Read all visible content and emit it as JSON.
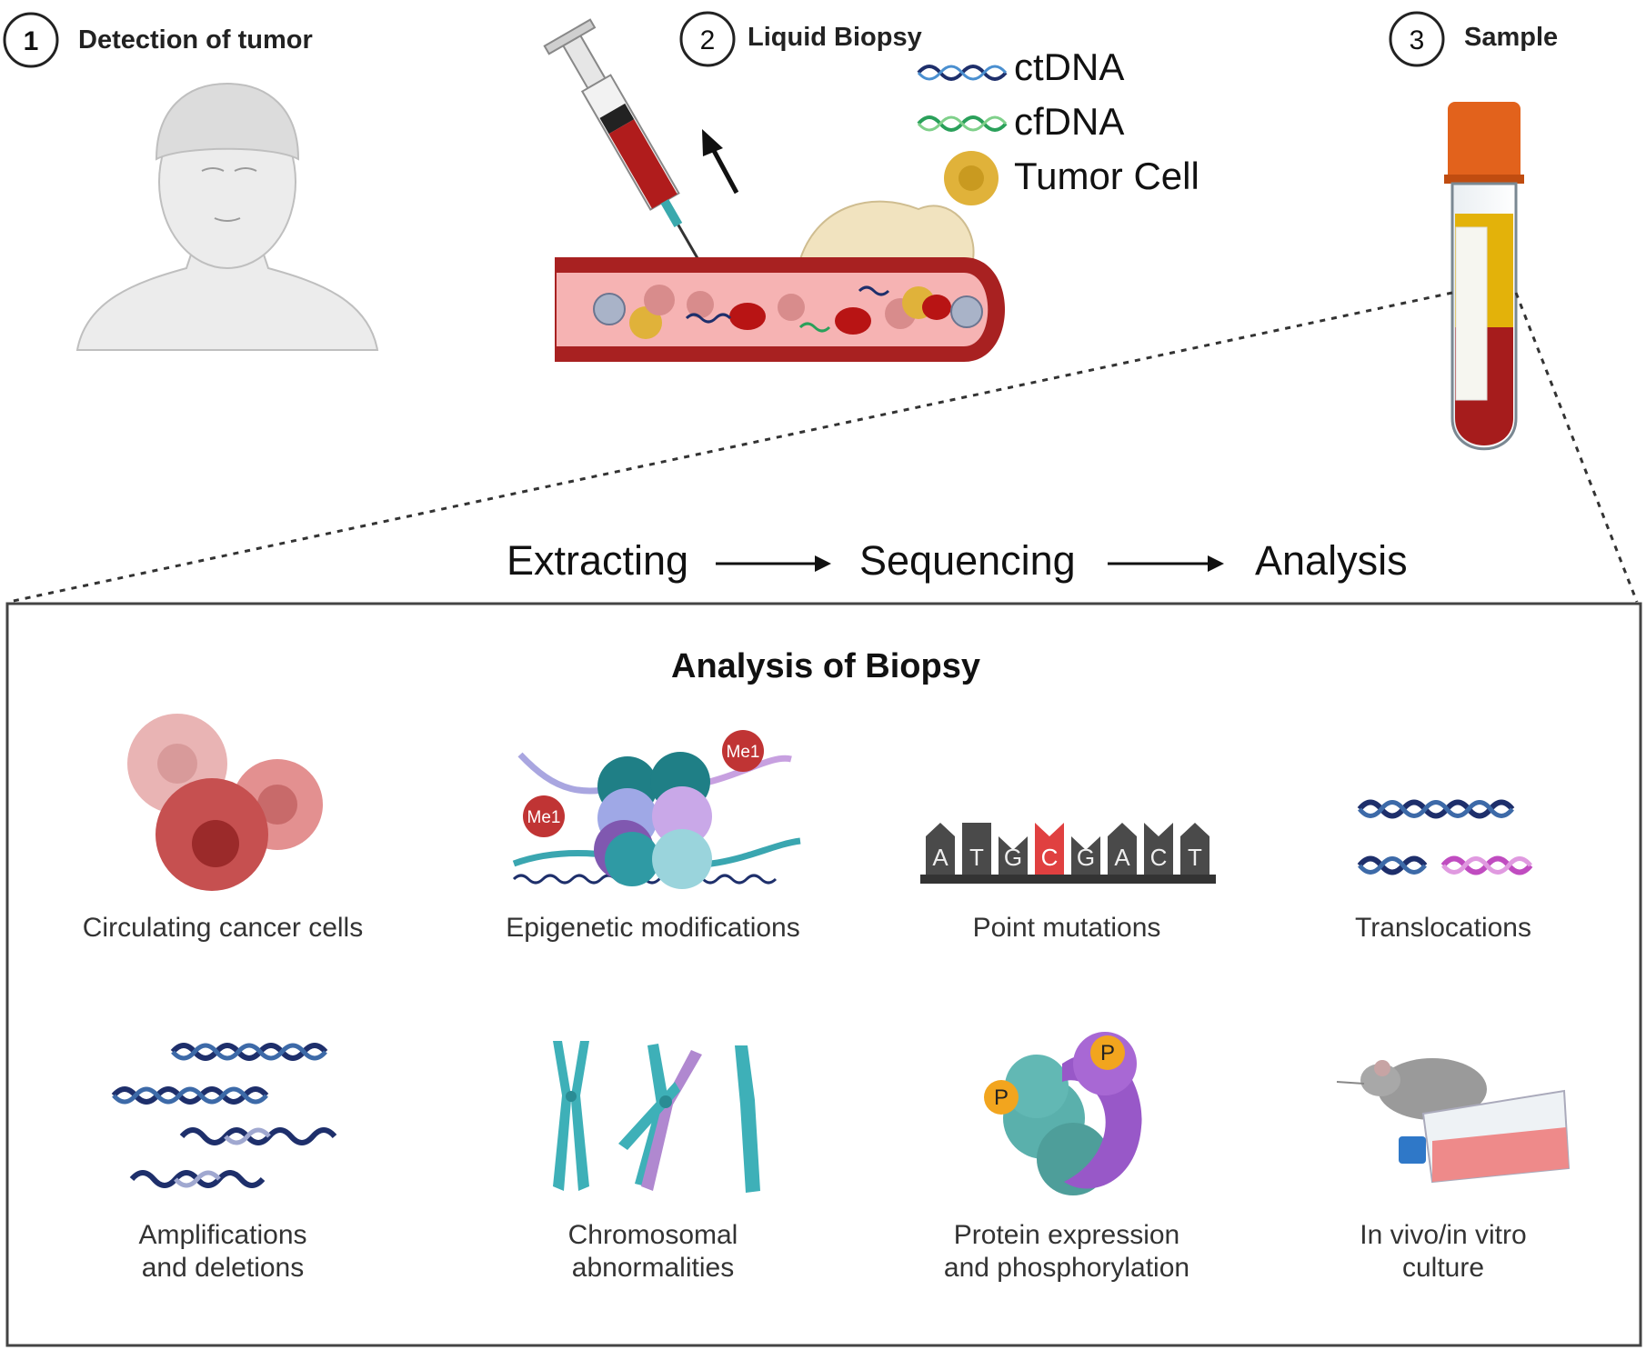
{
  "steps": [
    {
      "number": "1",
      "label": "Detection of tumor"
    },
    {
      "number": "2",
      "label": "Liquid Biopsy"
    },
    {
      "number": "3",
      "label": "Sample"
    }
  ],
  "legend": {
    "ctdna": "ctDNA",
    "cfdna": "cfDNA",
    "tumor_cell": "Tumor Cell"
  },
  "workflow": [
    "Extracting",
    "Sequencing",
    "Analysis"
  ],
  "panel": {
    "title": "Analysis of Biopsy",
    "items": [
      {
        "line1": "Circulating cancer cells",
        "line2": ""
      },
      {
        "line1": "Epigenetic modifications",
        "line2": ""
      },
      {
        "line1": "Point mutations",
        "line2": ""
      },
      {
        "line1": "Translocations",
        "line2": ""
      },
      {
        "line1": "Amplifications",
        "line2": "and deletions"
      },
      {
        "line1": "Chromosomal",
        "line2": "abnormalities"
      },
      {
        "line1": "Protein expression",
        "line2": "and phosphorylation"
      },
      {
        "line1": "In vivo/in vitro",
        "line2": "culture"
      }
    ]
  },
  "epigenetic_tags": [
    "Me1",
    "Me1"
  ],
  "sequence_letters": [
    "A",
    "T",
    "G",
    "C",
    "G",
    "A",
    "C",
    "T"
  ],
  "phospho_tags": [
    "P",
    "P"
  ],
  "colors": {
    "blood": "#a61c1c",
    "plasma": "#e3b20a",
    "tube_cap": "#e2621c",
    "tumor_cell": "#e0b23a",
    "ctdna": "#1e2f6b",
    "cfdna": "#2aa05a",
    "mutation_highlight": "#e04040",
    "chromosome": "#3eb0b8",
    "chromosome_alt": "#b088d0",
    "protein_alt": "#9858c8",
    "phospho": "#f2a51e"
  }
}
